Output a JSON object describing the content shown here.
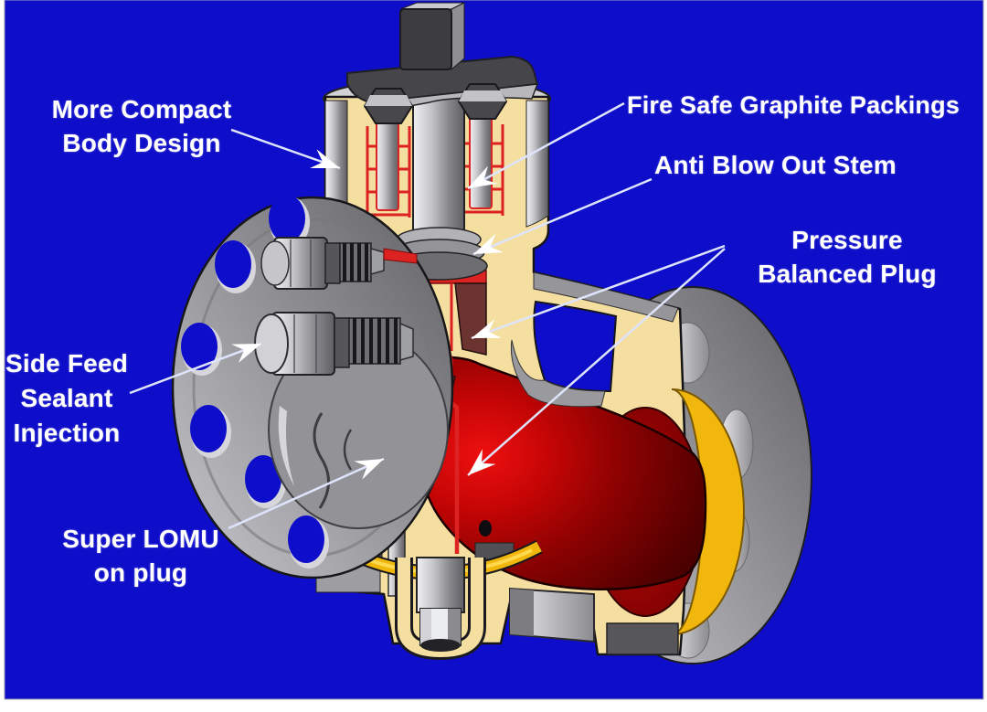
{
  "slide": {
    "description": "Cutaway illustration of a lubricated plug valve with feature callouts",
    "background_color": "#0e0eca",
    "frame_color": "#ffffff"
  },
  "labels": {
    "more_compact": {
      "text": "More Compact\nBody Design"
    },
    "fire_safe": {
      "text": "Fire Safe Graphite Packings"
    },
    "anti_blow": {
      "text": "Anti Blow Out Stem"
    },
    "pressure_balanced": {
      "text": "Pressure\nBalanced Plug"
    },
    "side_feed": {
      "text": "Side Feed\nSealant\nInjection"
    },
    "super_lomu": {
      "text": "Super LOMU\non plug"
    }
  },
  "colors": {
    "blue": "#0e0eca",
    "cream": "#f5dfa0",
    "red": "#dd2222",
    "flow_bright": "#ee1010",
    "flow_mid": "#8f0202",
    "flow_dark": "#3f0000",
    "gold": "#f2b70c",
    "gold_light": "#ffd94f",
    "maroon": "#5f2d2b",
    "metal_light": "#d9d9dd",
    "metal_dark": "#5f5f64",
    "leader": "#dde4fb",
    "text": "#ffffff"
  }
}
